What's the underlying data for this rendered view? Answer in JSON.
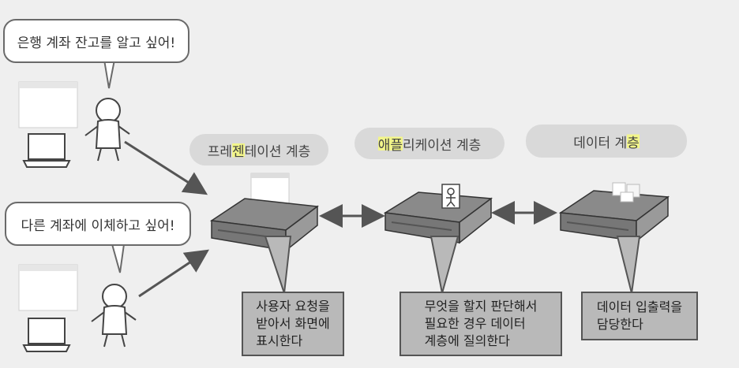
{
  "speech_bubbles": [
    {
      "text": "은행 계좌 잔고를 알고 싶어!"
    },
    {
      "text": "다른 계좌에 이체하고 싶어!"
    }
  ],
  "layers": [
    {
      "pre": "프레",
      "hl": "젠",
      "post": "테이션 계층",
      "note": "사용자 요청을\n받아서 화면에\n표시한다"
    },
    {
      "pre": "",
      "hl": "애플",
      "post": "리케이션 계층",
      "note": "무엇을 할지 판단해서\n필요한 경우 데이터\n계층에 질의한다"
    },
    {
      "pre": "데이터 계",
      "hl": "층",
      "post": "",
      "note": "데이터 입출력을\n담당한다"
    }
  ]
}
